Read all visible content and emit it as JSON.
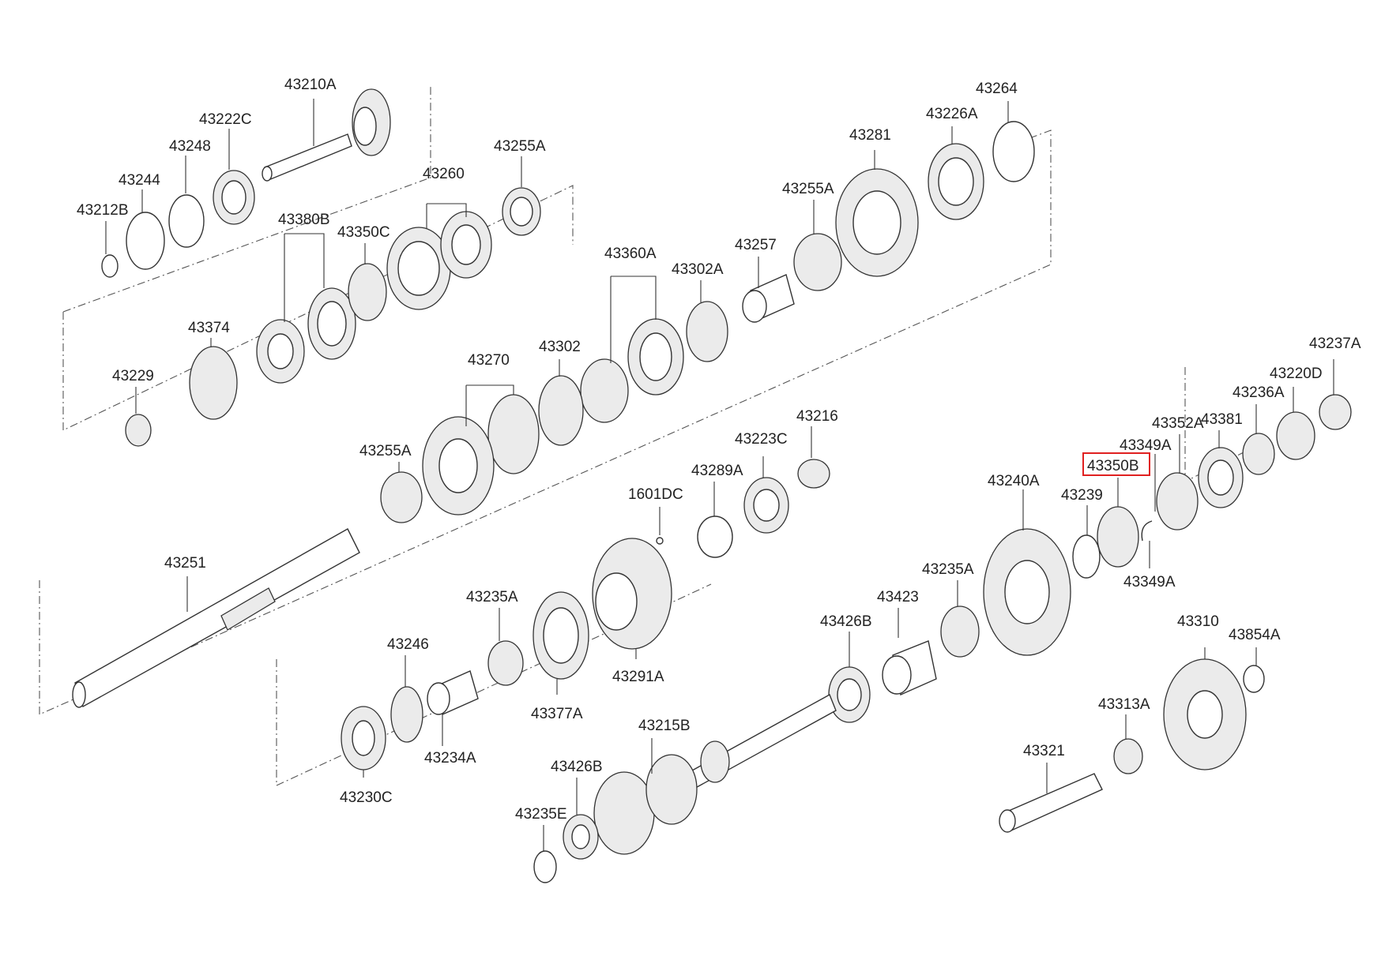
{
  "labels": {
    "p43210A": "43210A",
    "p43222C": "43222C",
    "p43248": "43248",
    "p43244": "43244",
    "p43212B": "43212B",
    "p43255A_top": "43255A",
    "p43260": "43260",
    "p43380B": "43380B",
    "p43350C": "43350C",
    "p43374": "43374",
    "p43229": "43229",
    "p43264": "43264",
    "p43226A": "43226A",
    "p43281": "43281",
    "p43255A_mid": "43255A",
    "p43257": "43257",
    "p43360A": "43360A",
    "p43302A": "43302A",
    "p43302": "43302",
    "p43270": "43270",
    "p43255A_low": "43255A",
    "p43251": "43251",
    "p43216": "43216",
    "p43223C": "43223C",
    "p43289A": "43289A",
    "p1601DC": "1601DC",
    "p43237A": "43237A",
    "p43220D": "43220D",
    "p43236A": "43236A",
    "p43381": "43381",
    "p43352A": "43352A",
    "p43349A_top": "43349A",
    "p43350B": "43350B",
    "p43239": "43239",
    "p43240A": "43240A",
    "p43349A_bot": "43349A",
    "p43235A_right": "43235A",
    "p43423": "43423",
    "p43426B_right": "43426B",
    "p43310": "43310",
    "p43854A": "43854A",
    "p43313A": "43313A",
    "p43321": "43321",
    "p43291A": "43291A",
    "p43235A_left": "43235A",
    "p43377A": "43377A",
    "p43246": "43246",
    "p43234A": "43234A",
    "p43230C": "43230C",
    "p43215B": "43215B",
    "p43426B_left": "43426B",
    "p43235E": "43235E"
  },
  "highlighted_part": "43350B",
  "colors": {
    "highlight": "#e02020",
    "line": "#333333"
  }
}
